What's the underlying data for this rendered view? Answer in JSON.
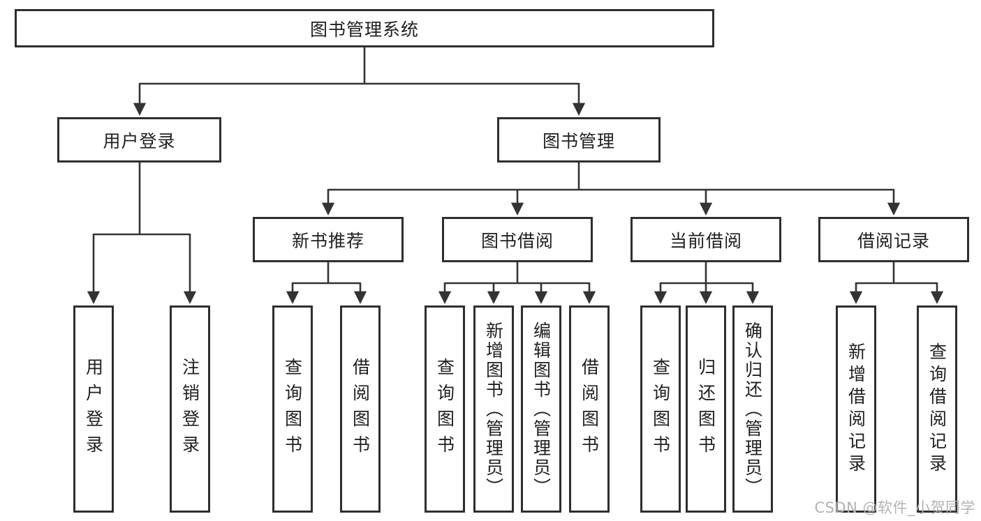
{
  "tree": {
    "label": "图书管理系统",
    "children": [
      {
        "label": "用户登录",
        "children": [
          {
            "label": "用户登录"
          },
          {
            "label": "注销登录"
          }
        ]
      },
      {
        "label": "图书管理",
        "children": [
          {
            "label": "新书推荐",
            "children": [
              {
                "label": "查询图书"
              },
              {
                "label": "借阅图书"
              }
            ]
          },
          {
            "label": "图书借阅",
            "children": [
              {
                "label": "查询图书"
              },
              {
                "label": "新增图书（管理员）"
              },
              {
                "label": "编辑图书（管理员）"
              },
              {
                "label": "借阅图书"
              }
            ]
          },
          {
            "label": "当前借阅",
            "children": [
              {
                "label": "查询图书"
              },
              {
                "label": "归还图书"
              },
              {
                "label": "确认归还（管理员）"
              }
            ]
          },
          {
            "label": "借阅记录",
            "children": [
              {
                "label": "新增借阅记录"
              },
              {
                "label": "查询借阅记录"
              }
            ]
          }
        ]
      }
    ]
  },
  "watermark": "CSDN @软件_小贺同学",
  "colors": {
    "line": "#333333",
    "border": "#2e2e2e",
    "box_bg": "#ffffff",
    "text": "#1f1f1f",
    "watermark": "#b3b3b7"
  }
}
